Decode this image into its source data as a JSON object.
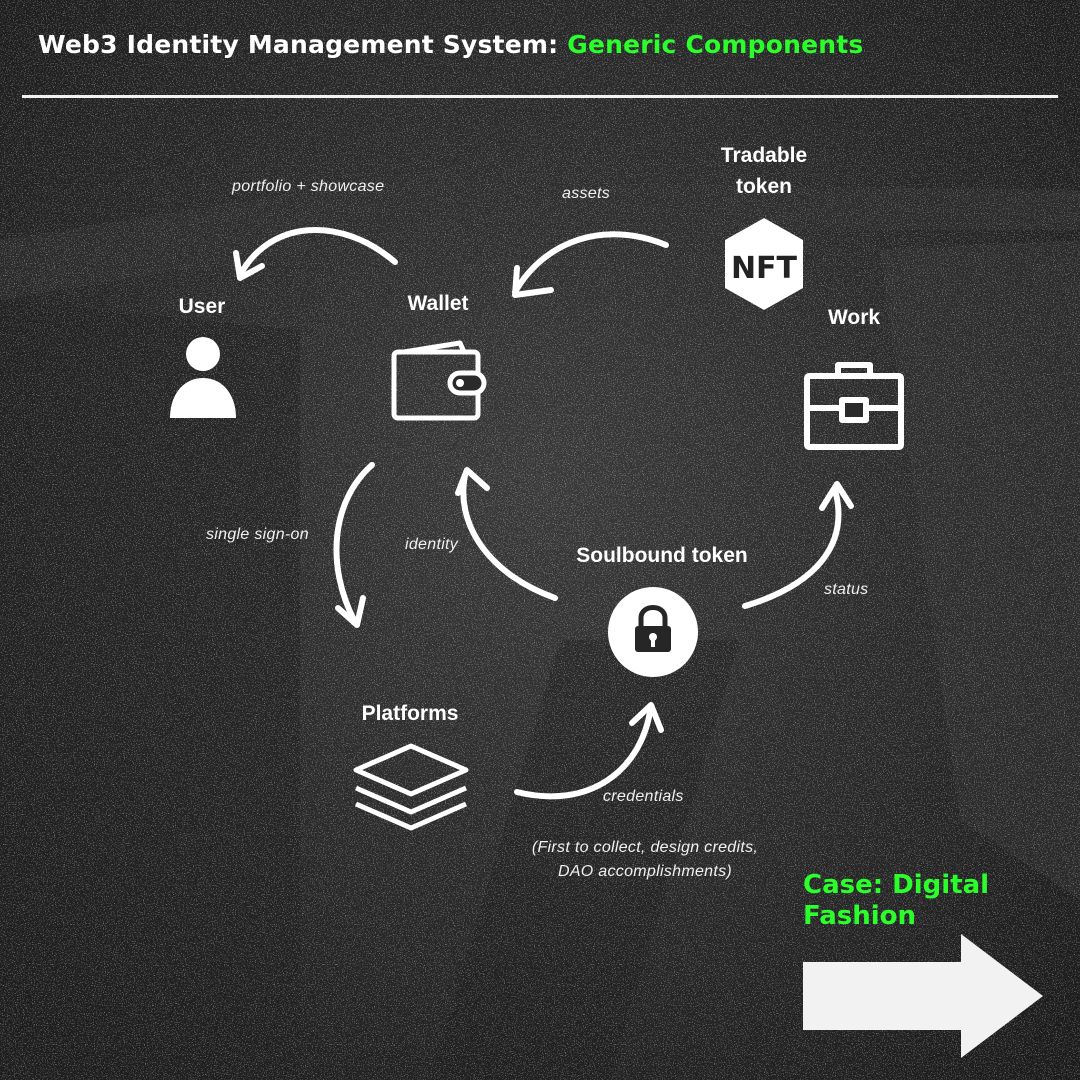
{
  "title": {
    "main": "Web3 Identity Management System:",
    "accent": "Generic Components"
  },
  "nodes": {
    "user": {
      "label": "User",
      "icon": "user-icon"
    },
    "wallet": {
      "label": "Wallet",
      "icon": "wallet-icon"
    },
    "tradable": {
      "label_line1": "Tradable",
      "label_line2": "token",
      "icon": "nft-icon",
      "icon_text": "NFT"
    },
    "work": {
      "label": "Work",
      "icon": "briefcase-icon"
    },
    "soulbound": {
      "label": "Soulbound token",
      "icon": "lock-icon"
    },
    "platforms": {
      "label": "Platforms",
      "icon": "layers-icon"
    }
  },
  "edges": {
    "portfolio": "portfolio + showcase",
    "assets": "assets",
    "single_sign_on": "single sign-on",
    "identity": "identity",
    "status": "status",
    "credentials": "credentials"
  },
  "note": {
    "line1": "(First to collect, design credits,",
    "line2": "DAO accomplishments)"
  },
  "case": {
    "line1": "Case: Digital",
    "line2": "Fashion"
  },
  "colors": {
    "accent": "#2bff2b",
    "background": "#262626",
    "foreground": "#ffffff"
  }
}
